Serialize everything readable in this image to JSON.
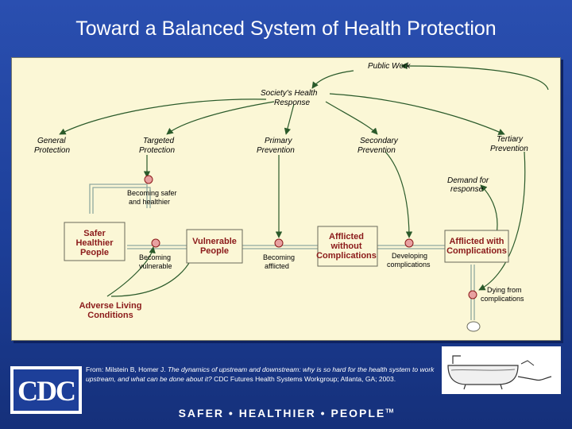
{
  "slide": {
    "title": "Toward a Balanced System of Health Protection"
  },
  "diagram": {
    "nodes": {
      "public_work": "Public Work",
      "society_response_1": "Society's Health",
      "society_response_2": "Response",
      "general_protection_1": "General",
      "general_protection_2": "Protection",
      "targeted_protection_1": "Targeted",
      "targeted_protection_2": "Protection",
      "primary_prevention_1": "Primary",
      "primary_prevention_2": "Prevention",
      "secondary_prevention_1": "Secondary",
      "secondary_prevention_2": "Prevention",
      "tertiary_prevention_1": "Tertiary",
      "tertiary_prevention_2": "Prevention",
      "demand_response_1": "Demand for",
      "demand_response_2": "response",
      "safer_people_1": "Safer",
      "safer_people_2": "Healthier",
      "safer_people_3": "People",
      "vulnerable_people_1": "Vulnerable",
      "vulnerable_people_2": "People",
      "afflicted_without_1": "Afflicted",
      "afflicted_without_2": "without",
      "afflicted_without_3": "Complications",
      "afflicted_with_1": "Afflicted with",
      "afflicted_with_2": "Complications",
      "adverse_1": "Adverse Living",
      "adverse_2": "Conditions"
    },
    "flows": {
      "becoming_safer_1": "Becoming safer",
      "becoming_safer_2": "and healthier",
      "becoming_vulnerable_1": "Becoming",
      "becoming_vulnerable_2": "vulnerable",
      "becoming_afflicted_1": "Becoming",
      "becoming_afflicted_2": "afflicted",
      "developing_1": "Developing",
      "developing_2": "complications",
      "dying_1": "Dying from",
      "dying_2": "complications"
    },
    "colors": {
      "stock_label": "#8b1a1a",
      "stock_fill": "#fbf7d6",
      "pipe": "#9bb0a8",
      "valve": "#e8a0a0",
      "arrow": "#2a5a2a"
    }
  },
  "citation": {
    "prefix": "From: Milstein B, Homer J. ",
    "title": "The dynamics of upstream and downstream: why is so hard for the health system to work upstream, and what can be done about it?",
    "suffix": " CDC Futures Health Systems Workgroup; Atlanta, GA; 2003."
  },
  "logo": {
    "text": "CDC"
  },
  "footer": {
    "tagline": "SAFER • HEALTHIER • PEOPLE",
    "tm": "TM"
  }
}
